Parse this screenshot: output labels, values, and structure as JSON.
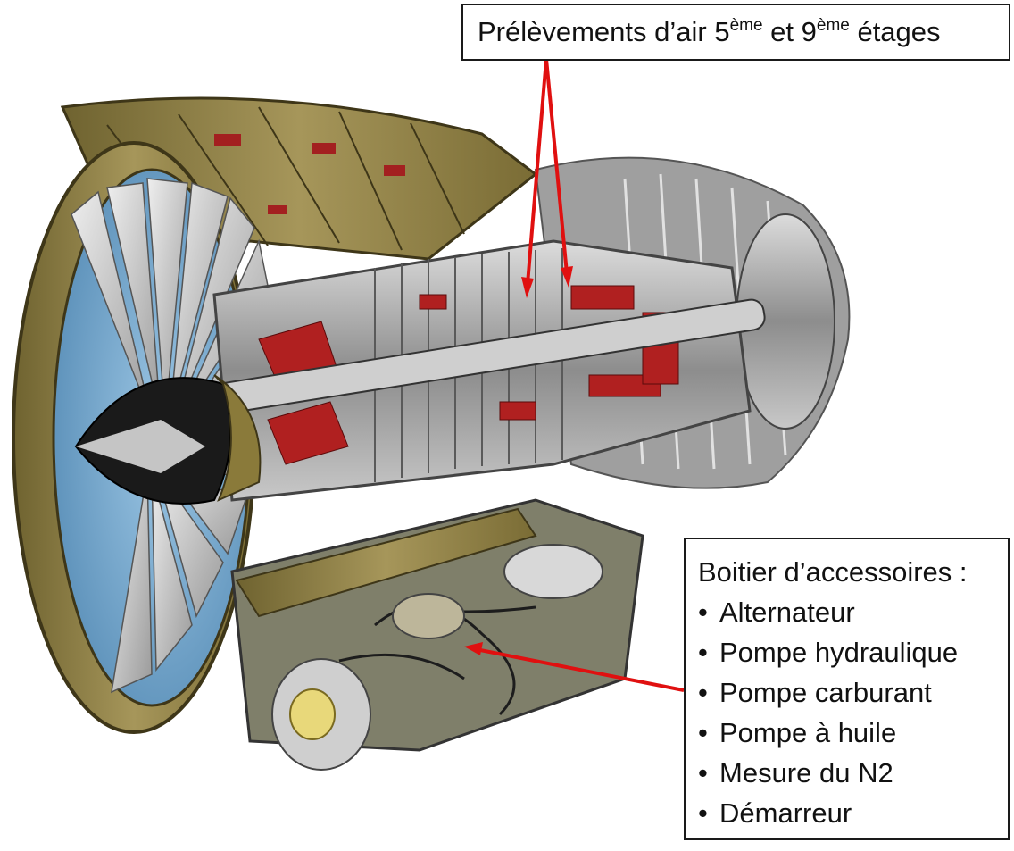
{
  "colors": {
    "arrow": "#e01010",
    "fan_case": "#8a7a3a",
    "fan_inner": "#6aa0c8",
    "metal": "#b8b8b8",
    "hot_section": "#b02020"
  },
  "bleed_label": {
    "prefix": "Prélèvements d’air 5",
    "sup1": "ème",
    "mid": " et 9",
    "sup2": "ème",
    "suffix": " étages"
  },
  "gearbox_label": {
    "title": "Boitier d’accessoires :",
    "bullet": "•",
    "items": [
      "Alternateur",
      "Pompe hydraulique",
      "Pompe carburant",
      "Pompe à huile",
      "Mesure du N2",
      "Démarreur"
    ]
  }
}
